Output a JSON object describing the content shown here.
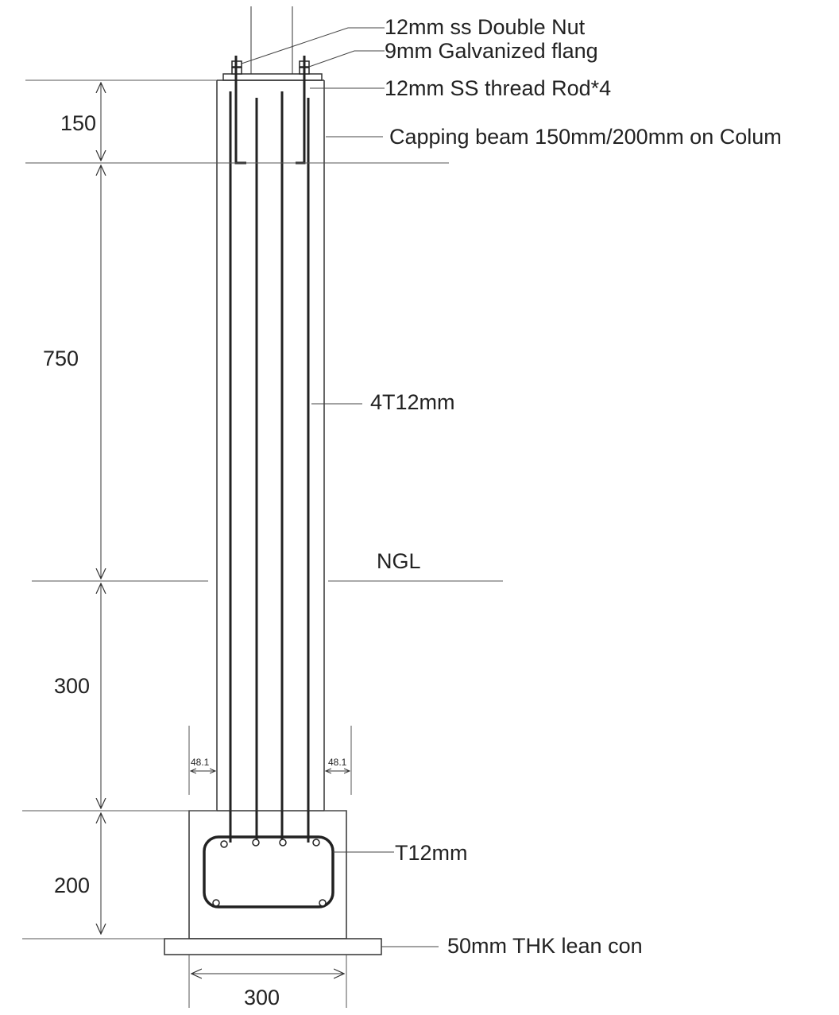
{
  "annotations": {
    "double_nut": "12mm ss Double Nut",
    "flange": "9mm Galvanized flang",
    "thread_rod": "12mm SS thread Rod*4",
    "capping_beam": "Capping beam 150mm/200mm on Colum",
    "main_bars": "4T12mm",
    "ngl": "NGL",
    "stirrup": "T12mm",
    "lean_concrete": "50mm THK  lean con"
  },
  "dimensions": {
    "cap_height": "150",
    "column_above_ngl": "750",
    "column_below_ngl": "300",
    "footing_height": "200",
    "footing_width": "300",
    "offset_left": "48.1",
    "offset_right": "48.1"
  },
  "colors": {
    "line": "#333333",
    "rebar": "#222222",
    "text": "#222222"
  }
}
